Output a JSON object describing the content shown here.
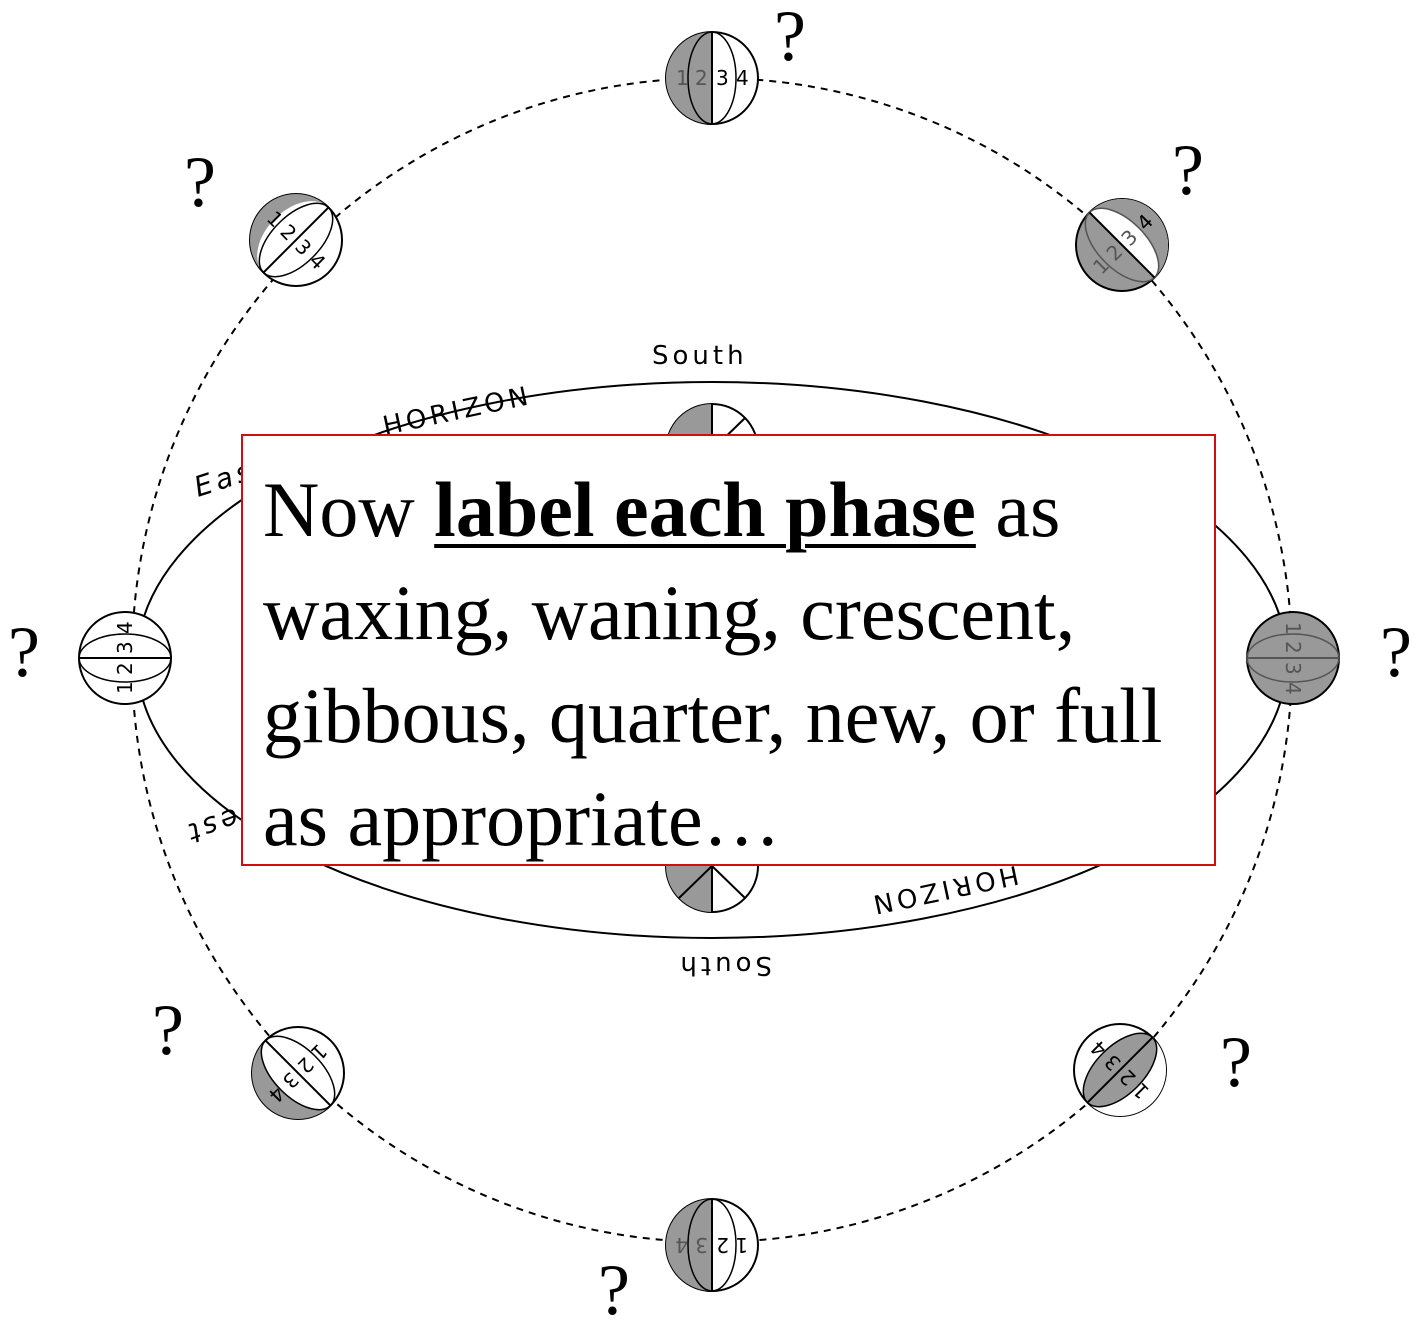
{
  "diagram": {
    "question_mark": "?",
    "labels": {
      "south_top": "South",
      "south_bottom": "South",
      "horizon_top": "HORIZON",
      "horizon_bottom": "HORIZON",
      "east_top": "East",
      "west_bottom": "West"
    },
    "moon_numbers": [
      "1",
      "2",
      "3",
      "4"
    ],
    "colors": {
      "shade": "#999999",
      "line": "#000000",
      "box_border": "#d01010"
    }
  },
  "instruction": {
    "text_before": "Now ",
    "emphasis": "label each phase",
    "text_after": " as waxing, waning, crescent, gibbous, quarter, new, or full as appropriate…"
  }
}
